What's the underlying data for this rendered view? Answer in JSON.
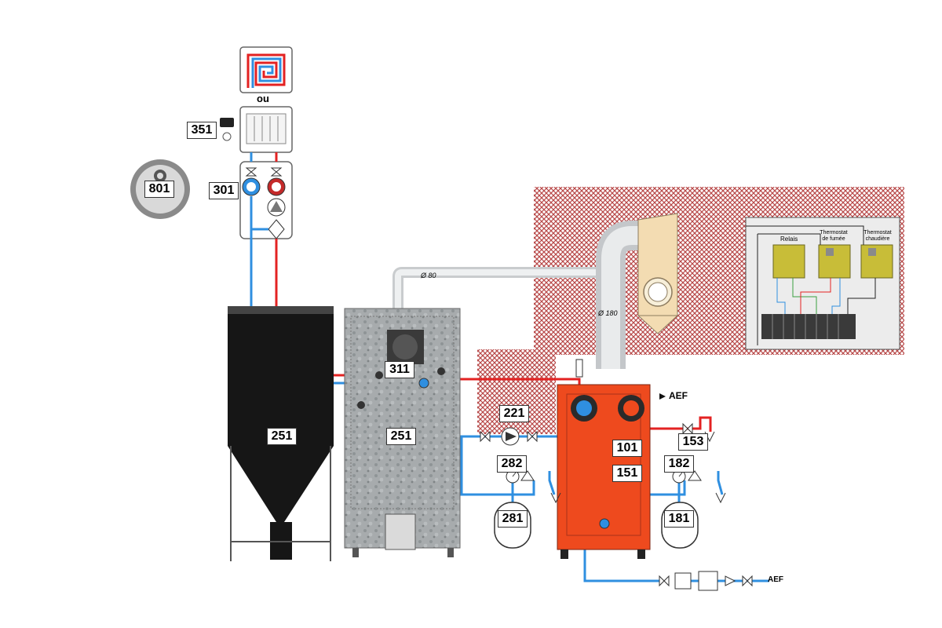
{
  "labels": {
    "l351": "351",
    "l801": "801",
    "l301": "301",
    "l311": "311",
    "l221": "221",
    "l251a": "251",
    "l251b": "251",
    "l282": "282",
    "l281": "281",
    "l101": "101",
    "l151": "151",
    "l153": "153",
    "l182": "182",
    "l181": "181"
  },
  "text": {
    "ou": "ou",
    "aef_top": "AEF",
    "aef_bottom": "AEF",
    "d80": "Ø 80",
    "d180": "Ø 180",
    "relais": "Relais",
    "thermo_fumee": "Thermostat de fumée",
    "thermo_chaudiere": "Thermostat chaudière"
  },
  "colors": {
    "hot": "#e32222",
    "cold": "#2f8fe0",
    "boiler": "#ee4a1e",
    "silo": "#1a1a1a",
    "stove": "#9ea3a6",
    "hatch": "#c05050",
    "controls": "#c8bd38"
  }
}
